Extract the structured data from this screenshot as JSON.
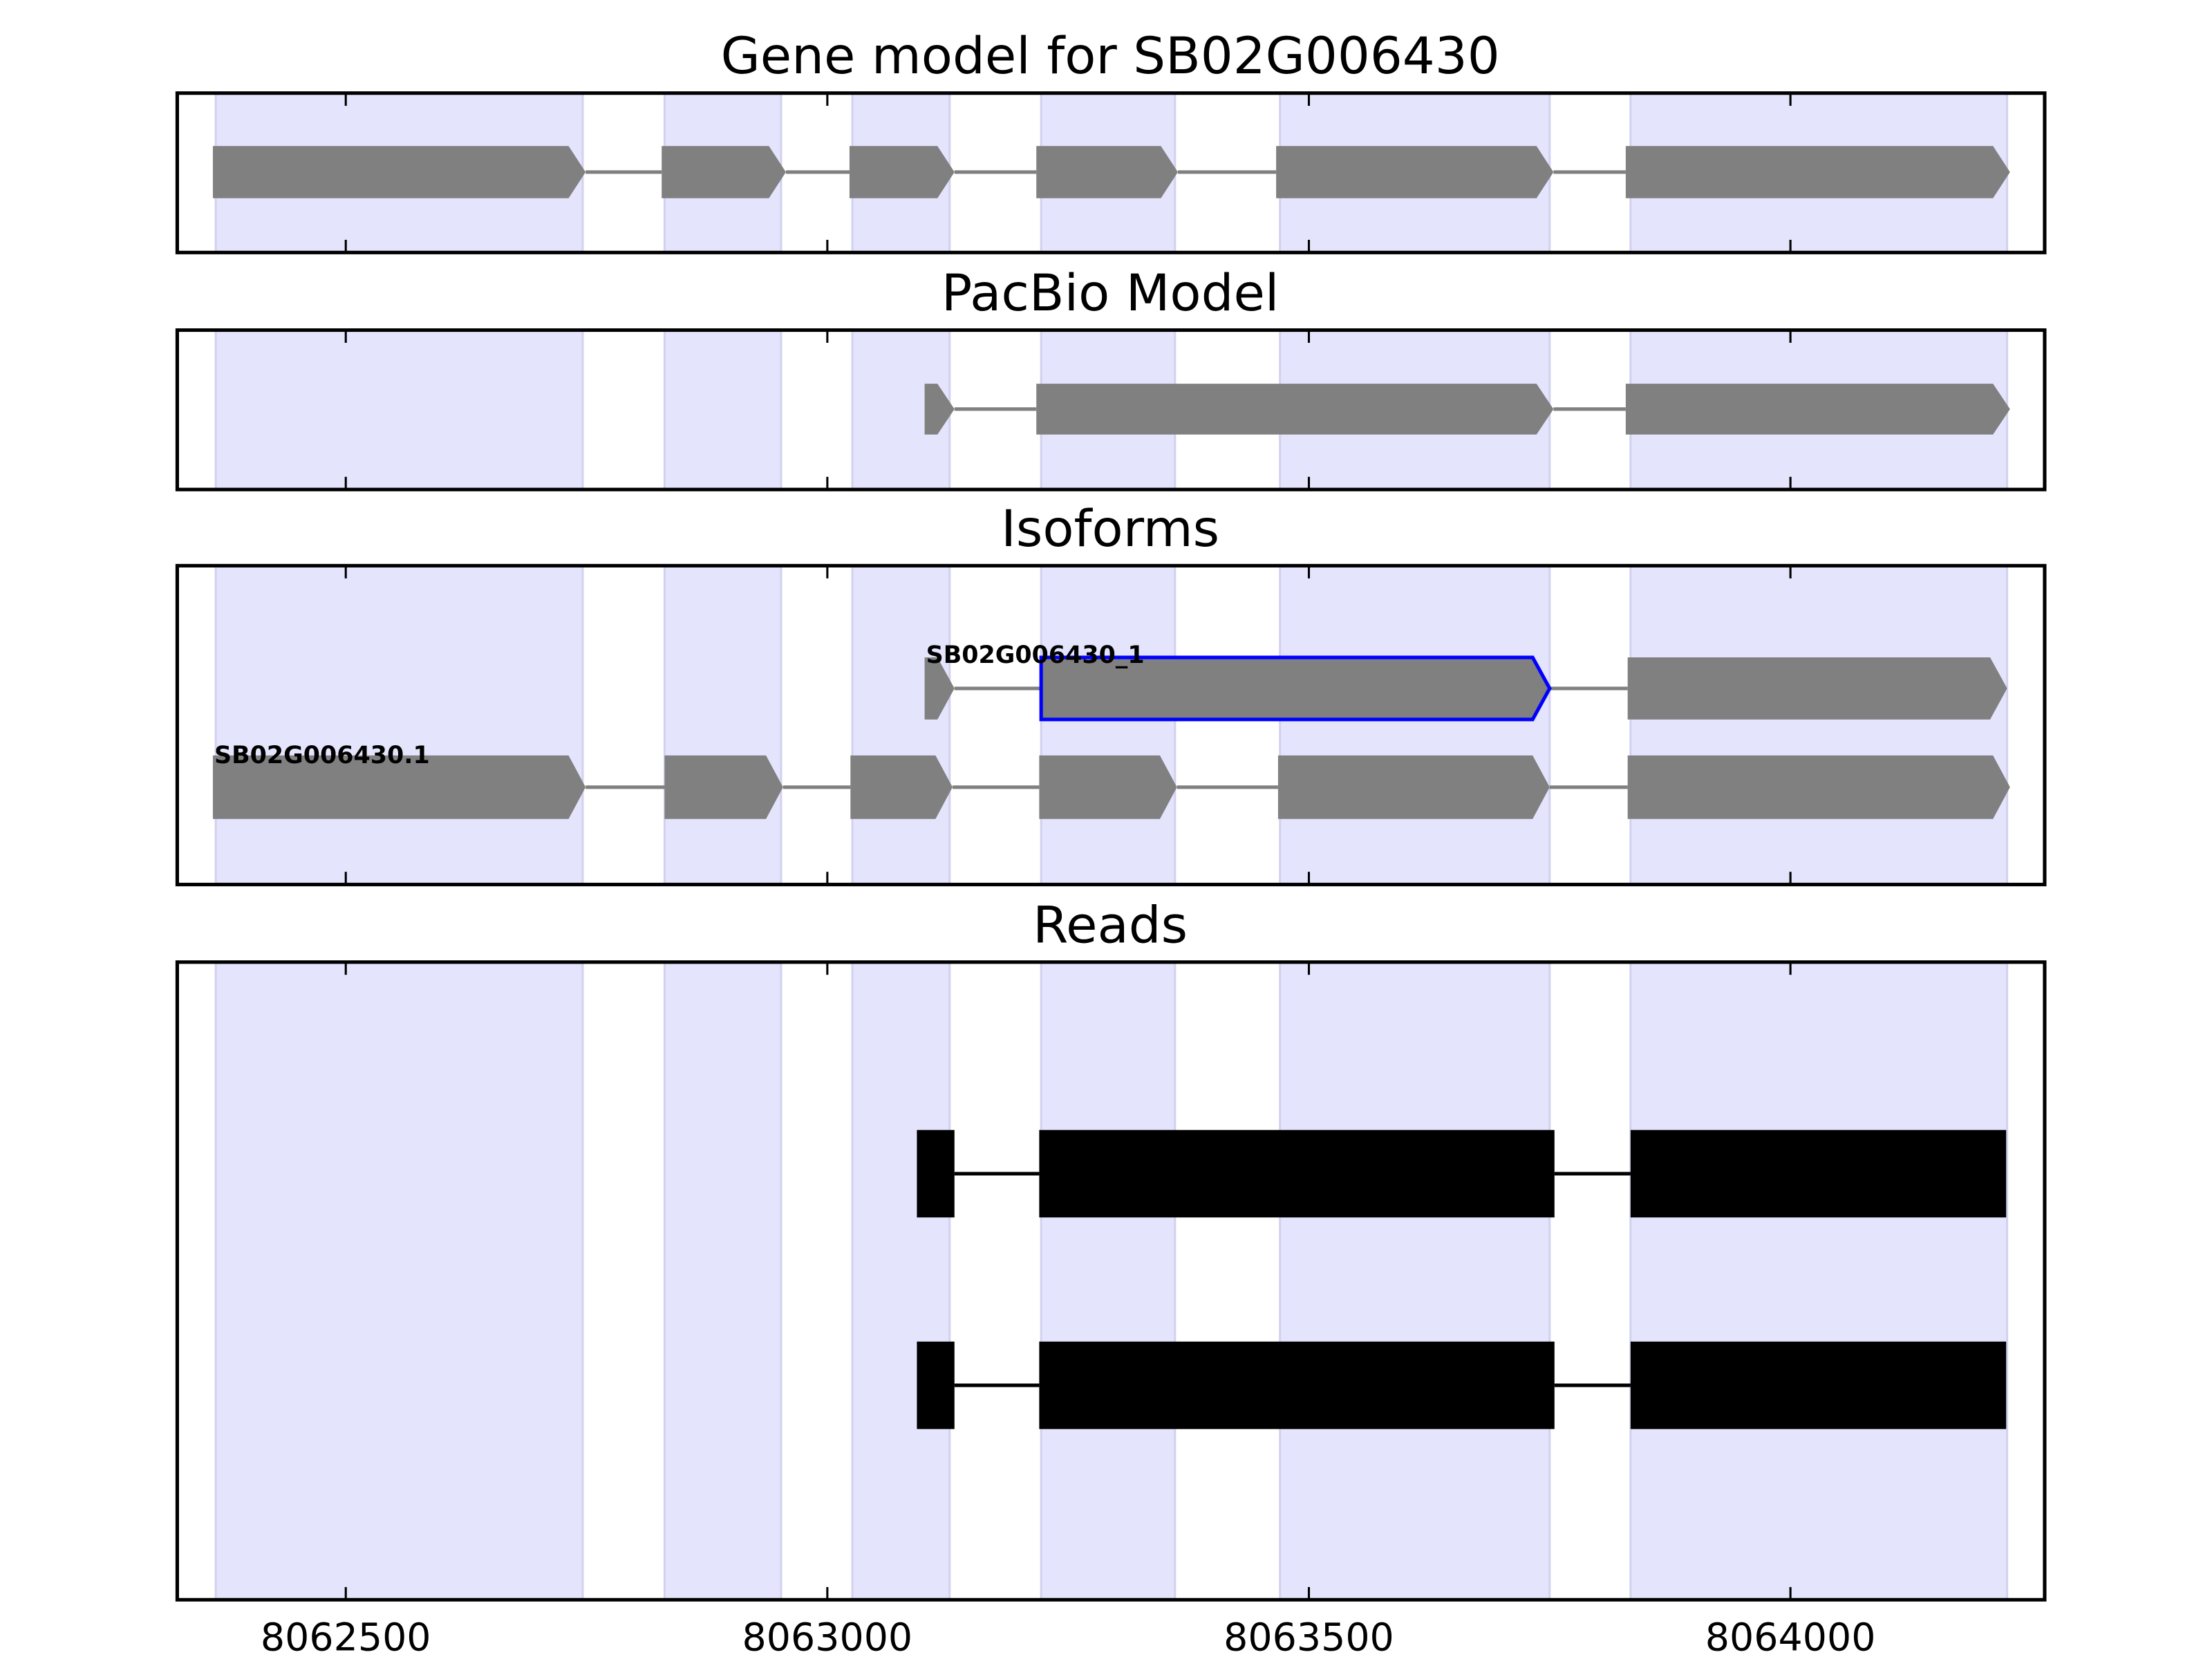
{
  "chart_data": {
    "type": "gene-model-track",
    "xlim": [
      8062325,
      8064264
    ],
    "xticks": [
      8062500,
      8063000,
      8063500,
      8064000
    ],
    "xtick_labels": [
      "8062500",
      "8063000",
      "8063500",
      "8064000"
    ],
    "colors": {
      "shade": "#e4e4fd",
      "shade_edge": "#d2d2f0",
      "exon": "#808080",
      "intron": "#808080",
      "highlight": "#0000ff",
      "read": "#000000"
    },
    "shaded_regions": [
      [
        8062365,
        8062746
      ],
      [
        8062831,
        8062952
      ],
      [
        8063026,
        8063127
      ],
      [
        8063222,
        8063361
      ],
      [
        8063470,
        8063750
      ],
      [
        8063834,
        8064225
      ]
    ],
    "panels": [
      {
        "title": "Gene model for SB02G006430",
        "kind": "gene",
        "tracks": [
          {
            "label": null,
            "exons": [
              [
                8062362,
                8062749
              ],
              [
                8062828,
                8062957
              ],
              [
                8063023,
                8063132
              ],
              [
                8063217,
                8063364
              ],
              [
                8063466,
                8063754
              ],
              [
                8063829,
                8064228
              ]
            ]
          }
        ]
      },
      {
        "title": "PacBio Model",
        "kind": "gene",
        "tracks": [
          {
            "label": null,
            "exons": [
              [
                8063101,
                8063132
              ],
              [
                8063217,
                8063754
              ],
              [
                8063829,
                8064228
              ]
            ]
          }
        ]
      },
      {
        "title": "Isoforms",
        "kind": "gene",
        "tracks": [
          {
            "label": "SB02G006430_1",
            "highlight_exon": 1,
            "exons": [
              [
                8063101,
                8063132
              ],
              [
                8063222,
                8063750
              ],
              [
                8063831,
                8064225
              ]
            ]
          },
          {
            "label": "SB02G006430.1",
            "exons": [
              [
                8062362,
                8062749
              ],
              [
                8062831,
                8062954
              ],
              [
                8063024,
                8063130
              ],
              [
                8063220,
                8063363
              ],
              [
                8063468,
                8063750
              ],
              [
                8063831,
                8064228
              ]
            ]
          }
        ]
      },
      {
        "title": "Reads",
        "kind": "reads",
        "tracks": [
          {
            "label": null,
            "exons": [
              [
                8063093,
                8063132
              ],
              [
                8063220,
                8063755
              ],
              [
                8063834,
                8064224
              ]
            ]
          },
          {
            "label": null,
            "exons": [
              [
                8063093,
                8063132
              ],
              [
                8063220,
                8063755
              ],
              [
                8063834,
                8064224
              ]
            ]
          }
        ]
      }
    ]
  }
}
